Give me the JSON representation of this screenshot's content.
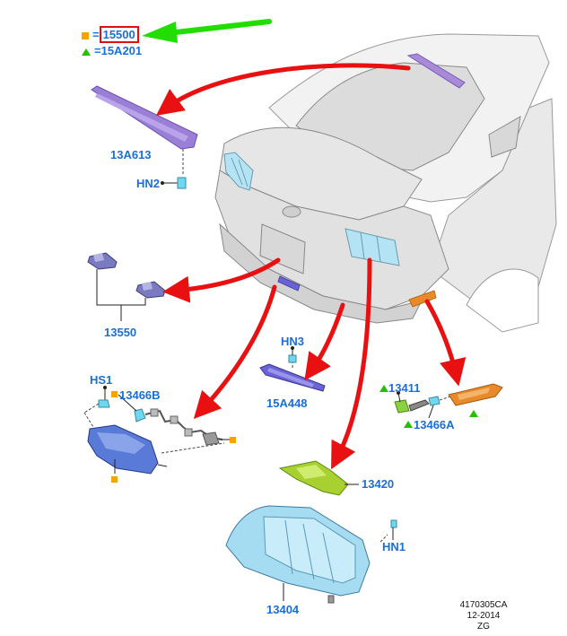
{
  "legend": {
    "square_code": "15500",
    "triangle_code": "15A201"
  },
  "parts": {
    "p13A613": "13A613",
    "hn2": "HN2",
    "p13550": "13550",
    "hn3": "HN3",
    "p15A448": "15A448",
    "hs1": "HS1",
    "p13466B": "13466B",
    "p13411": "13411",
    "p13466A": "13466A",
    "p13420": "13420",
    "hn1": "HN1",
    "p13404": "13404"
  },
  "reference": {
    "line1": "4170305CA",
    "line2": "12-2014",
    "line3": "ZG"
  },
  "colors": {
    "label": "#1a6fd6",
    "legend_square": "#f5a300",
    "legend_triangle": "#22c000",
    "callout_arrow": "#e81010",
    "pointer_arrow": "#22dd00",
    "stop_lamp": "#9b7fd6",
    "side_marker": "#e88a2a",
    "tail_lamp": "#8fd6f0",
    "reflector": "#a8d030",
    "license_lamp": "#6a63d6"
  }
}
